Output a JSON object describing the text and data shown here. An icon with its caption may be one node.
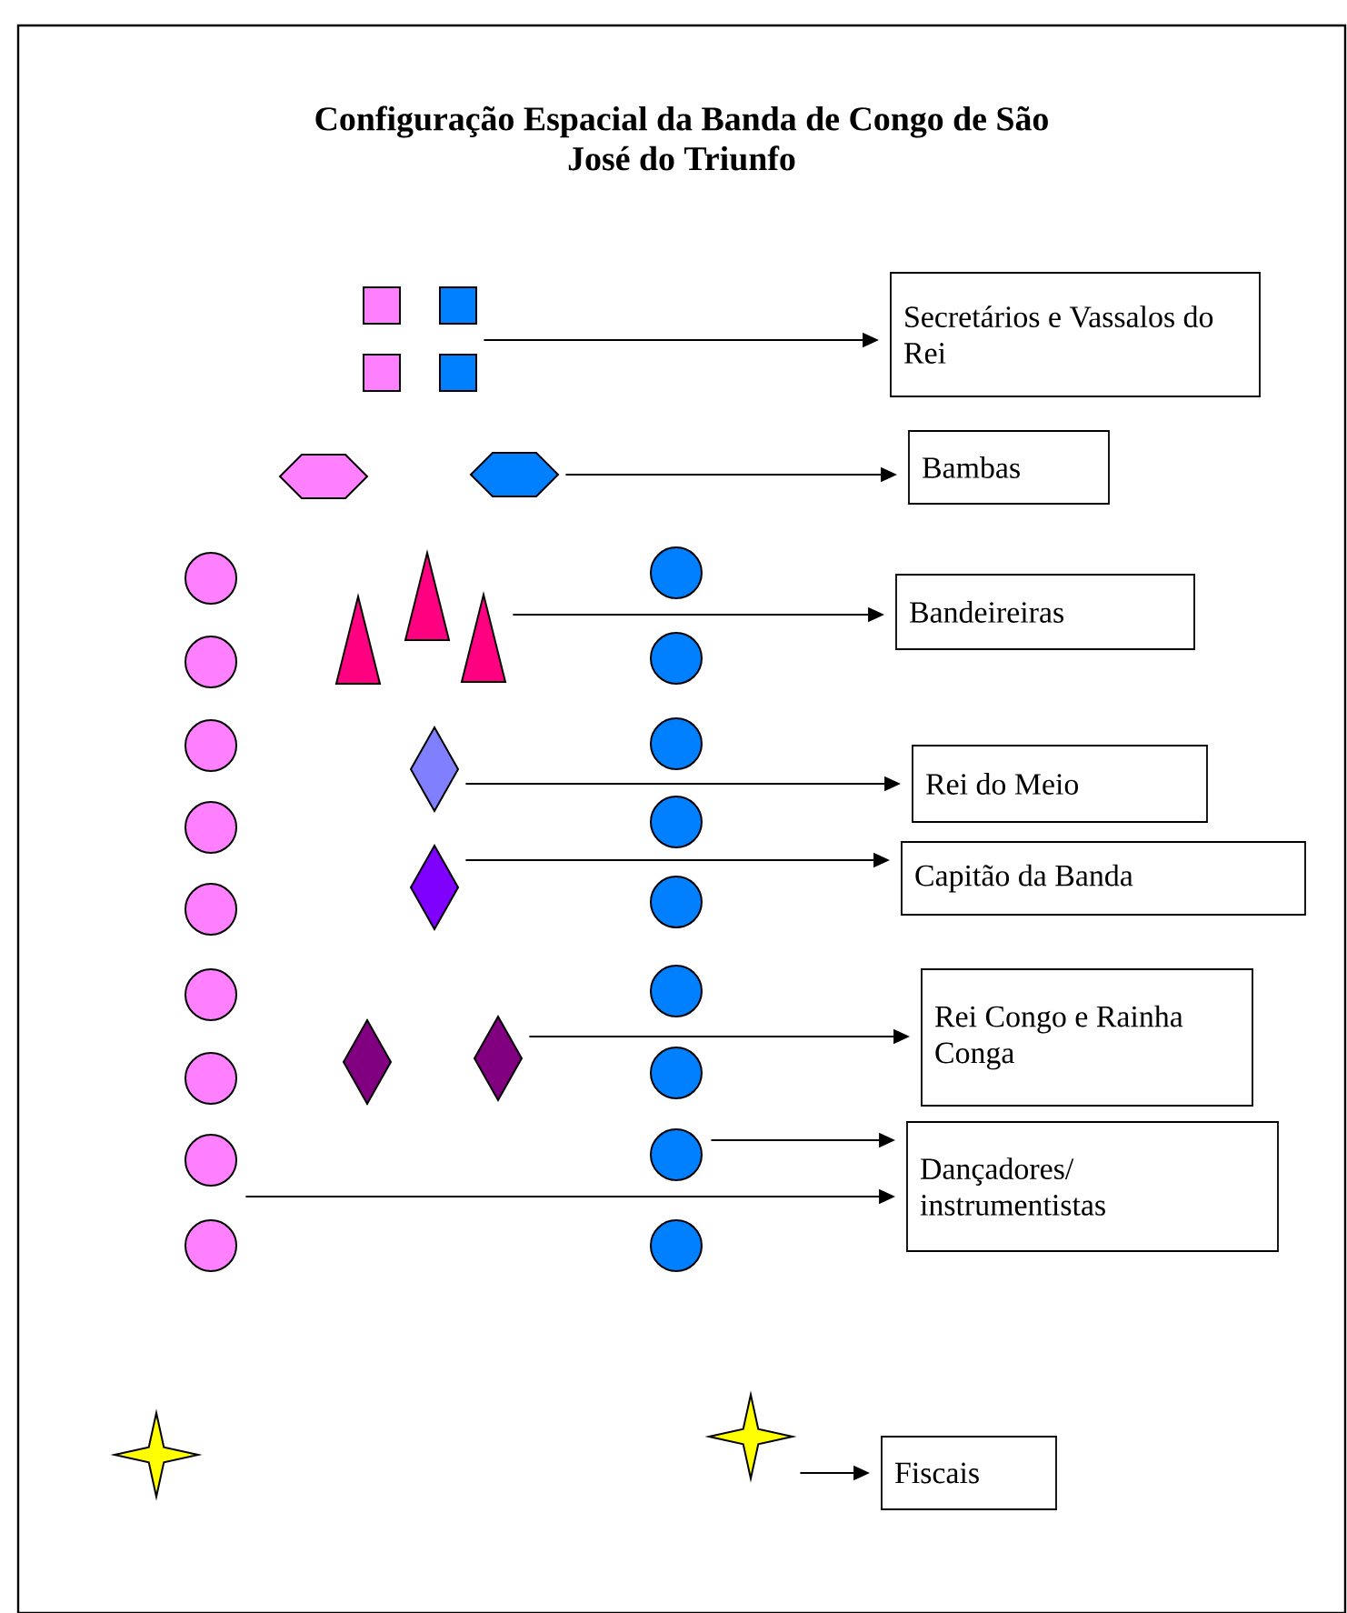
{
  "diagram": {
    "title": "Configuração Espacial da Banda de Congo de São José do Triunfo",
    "nodes": [
      {
        "text": [],
        "shape": "square"
      },
      {
        "text": [],
        "shape": "square"
      },
      {
        "text": [],
        "shape": "square"
      },
      {
        "text": [],
        "shape": "square"
      },
      {
        "text": [],
        "shape": "hexagon"
      },
      {
        "text": [],
        "shape": "hexagon"
      },
      {
        "text": [],
        "shape": "triangle"
      },
      {
        "text": [],
        "shape": "triangle"
      },
      {
        "text": [],
        "shape": "triangle"
      },
      {
        "text": [],
        "shape": "circle"
      },
      {
        "text": [],
        "shape": "circle"
      },
      {
        "text": [],
        "shape": "circle"
      },
      {
        "text": [],
        "shape": "circle"
      },
      {
        "text": [],
        "shape": "circle"
      },
      {
        "text": [],
        "shape": "circle"
      },
      {
        "text": [],
        "shape": "circle"
      },
      {
        "text": [],
        "shape": "circle"
      },
      {
        "text": [],
        "shape": "circle"
      },
      {
        "text": [],
        "shape": "circle"
      },
      {
        "text": [],
        "shape": "circle"
      },
      {
        "text": [],
        "shape": "circle"
      },
      {
        "text": [],
        "shape": "circle"
      },
      {
        "text": [],
        "shape": "circle"
      },
      {
        "text": [],
        "shape": "circle"
      },
      {
        "text": [],
        "shape": "circle"
      },
      {
        "text": [],
        "shape": "circle"
      },
      {
        "text": [],
        "shape": "circle"
      },
      {
        "text": [],
        "shape": "diamond"
      },
      {
        "text": [],
        "shape": "diamond"
      },
      {
        "text": [],
        "shape": "diamond"
      },
      {
        "text": [],
        "shape": "diamond"
      },
      {
        "text": [],
        "shape": "star"
      },
      {
        "text": [],
        "shape": "star"
      },
      {
        "text": [
          "Secretários e Vassalos do Rei"
        ]
      },
      {
        "text": [
          "Bambas"
        ]
      },
      {
        "text": [
          "Bandeireiras"
        ]
      },
      {
        "text": [
          "Rei do Meio"
        ]
      },
      {
        "text": [
          "Capitão da Banda"
        ]
      },
      {
        "text": [
          "Rei Congo e Rainha Conga"
        ]
      },
      {
        "text": [
          "Dançadores/ instrumentistas"
        ]
      },
      {
        "text": [
          "Fiscais"
        ]
      }
    ],
    "edges": [
      {
        "from": 1,
        "to": 33,
        "arrow": "to"
      },
      {
        "from": 5,
        "to": 34,
        "arrow": "to"
      },
      {
        "from": 8,
        "to": 35,
        "arrow": "to"
      },
      {
        "from": 27,
        "to": 36,
        "arrow": "to"
      },
      {
        "from": 28,
        "to": 37,
        "arrow": "to"
      },
      {
        "from": 30,
        "to": 38,
        "arrow": "to"
      },
      {
        "from": 25,
        "to": 39,
        "arrow": "to"
      },
      {
        "from": 16,
        "to": 39,
        "arrow": "to"
      },
      {
        "from": 32,
        "to": 40,
        "arrow": "to"
      }
    ]
  }
}
